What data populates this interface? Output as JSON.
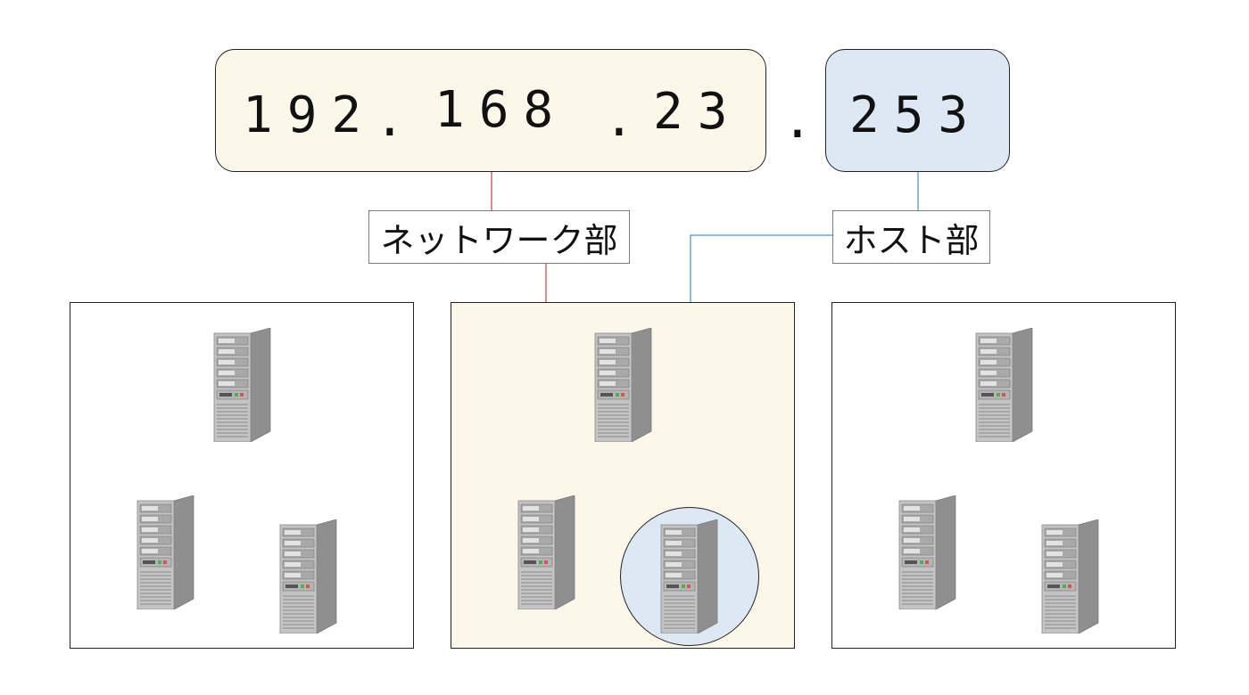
{
  "address": {
    "network_octets": [
      "192",
      "168",
      "23"
    ],
    "separator": ".",
    "host_octet": "253"
  },
  "labels": {
    "network_part": "ネットワーク部",
    "host_part": "ホスト部"
  },
  "colors": {
    "network_fill": "#fdf7ea",
    "host_fill": "#dde8f5",
    "network_line": "#d04040",
    "host_line": "#4a90c8"
  },
  "segments": [
    {
      "name": "segment-left",
      "server_count": 3,
      "highlighted": false
    },
    {
      "name": "segment-middle",
      "server_count": 3,
      "highlighted": true
    },
    {
      "name": "segment-right",
      "server_count": 3,
      "highlighted": false
    }
  ],
  "icons": [
    "server-icon"
  ]
}
